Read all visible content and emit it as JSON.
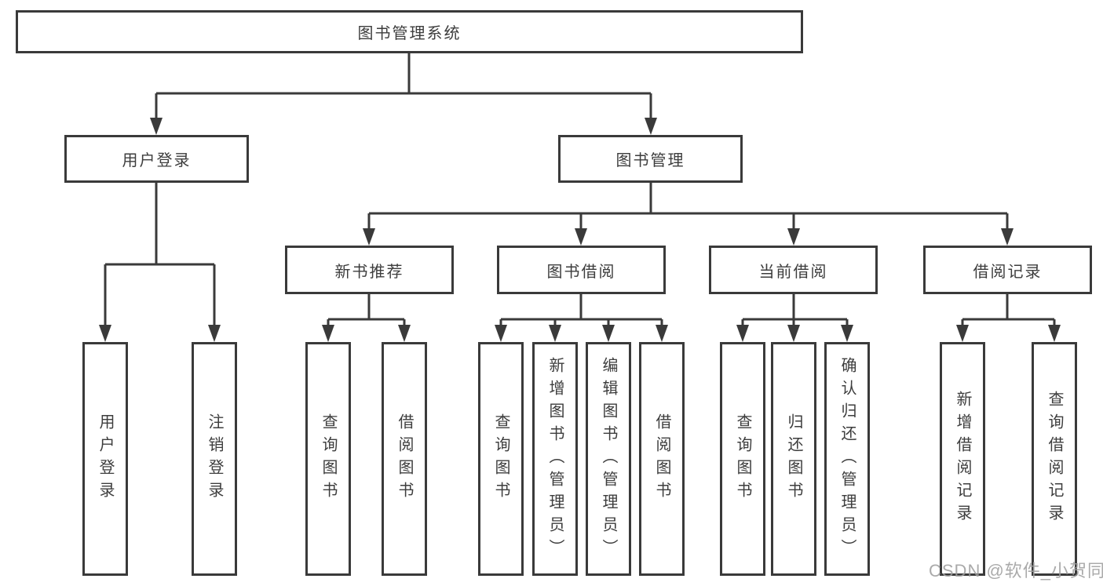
{
  "diagram": {
    "type": "function-structure-tree",
    "root": {
      "label": "图书管理系统"
    },
    "level1": [
      {
        "id": "user-login",
        "label": "用户登录"
      },
      {
        "id": "book-management",
        "label": "图书管理"
      }
    ],
    "level2": [
      {
        "id": "new-book-recommend",
        "label": "新书推荐",
        "parent": "图书管理"
      },
      {
        "id": "book-borrow",
        "label": "图书借阅",
        "parent": "图书管理"
      },
      {
        "id": "current-borrow",
        "label": "当前借阅",
        "parent": "图书管理"
      },
      {
        "id": "borrow-records",
        "label": "借阅记录",
        "parent": "图书管理"
      }
    ],
    "leaves": [
      {
        "label": "用户登录",
        "parent": "用户登录"
      },
      {
        "label": "注销登录",
        "parent": "用户登录"
      },
      {
        "label": "查询图书",
        "parent": "新书推荐"
      },
      {
        "label": "借阅图书",
        "parent": "新书推荐"
      },
      {
        "label": "查询图书",
        "parent": "图书借阅"
      },
      {
        "label": "新增图书（管理员）",
        "parent": "图书借阅"
      },
      {
        "label": "编辑图书（管理员）",
        "parent": "图书借阅"
      },
      {
        "label": "借阅图书",
        "parent": "图书借阅"
      },
      {
        "label": "查询图书",
        "parent": "当前借阅"
      },
      {
        "label": "归还图书",
        "parent": "当前借阅"
      },
      {
        "label": "确认归还（管理员）",
        "parent": "当前借阅"
      },
      {
        "label": "新增借阅记录",
        "parent": "借阅记录"
      },
      {
        "label": "查询借阅记录",
        "parent": "借阅记录"
      }
    ],
    "watermark": "CSDN @软件_小贺同学",
    "colors": {
      "line": "#3a3a3a",
      "text": "#3d3d3d",
      "box_background": "#ffffff",
      "watermark": "#9e9e9e"
    }
  }
}
